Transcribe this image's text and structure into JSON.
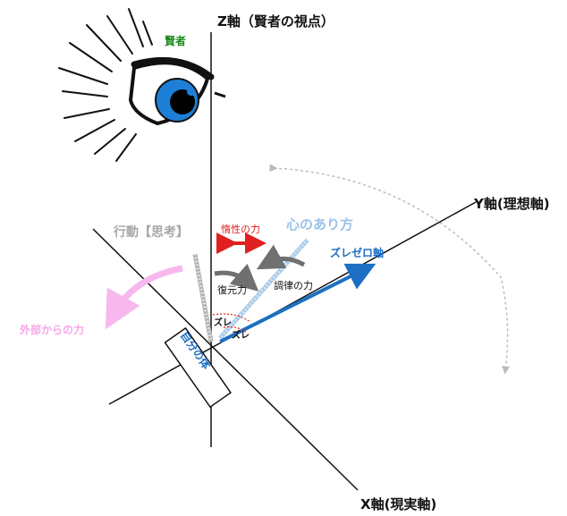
{
  "axes": {
    "z": "Z軸（賢者の視点）",
    "y": "Y軸(理想軸)",
    "x": "X軸(現実軸)"
  },
  "labels": {
    "sage": "賢者",
    "action_thought": "行動【思考】",
    "inertia_force": "惰性の力",
    "state_of_mind": "心のあり方",
    "zure_zero_axis": "ズレゼロ軸",
    "restoring_force": "復元力",
    "regulating_force": "調律の力",
    "external_force": "外部からの力",
    "zure_1": "ズレ",
    "zure_2": "ズレ",
    "body": "自分の体"
  },
  "colors": {
    "axis": "#111111",
    "sage_text": "#1a8a1a",
    "iris": "#1e7fd6",
    "zure_zero_axis": "#1d6fc4",
    "inertia": "#e02020",
    "mind_axis": "#a9cbe9",
    "action_axis": "#b5b5b5",
    "external_force": "#f7b8ee",
    "arrow_gray": "#707070",
    "dotted_arc": "#bbbbbb",
    "zure_arc": "#e02020"
  }
}
